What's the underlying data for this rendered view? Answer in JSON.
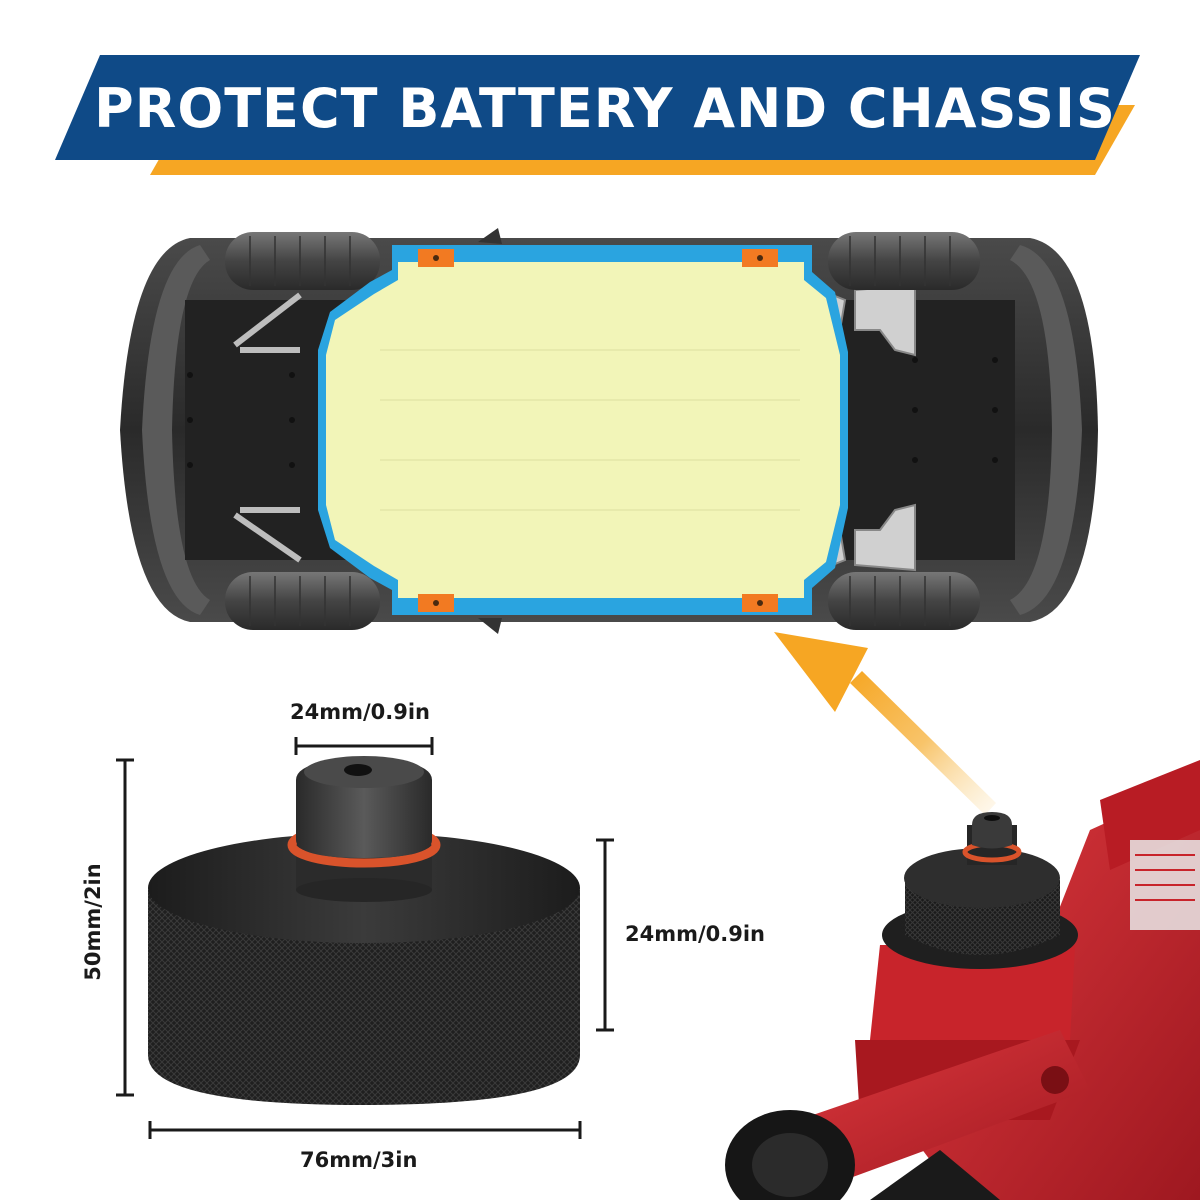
{
  "banner": {
    "title": "PROTECT BATTERY AND CHASSIS",
    "colors": {
      "primary": "#0f4a87",
      "accent": "#f6a623"
    }
  },
  "car": {
    "view": "underside",
    "battery_area_color": "#f2f5b8",
    "battery_outline_color": "#2aa4e0",
    "jack_point_color": "#f27a22",
    "jack_point_count": 4
  },
  "puck": {
    "dimensions": {
      "top_diameter": "24mm/0.9in",
      "total_height": "50mm/2in",
      "base_height": "24mm/0.9in",
      "base_diameter": "76mm/3in"
    },
    "ring_color": "#d9532b"
  },
  "arrow": {
    "color": "#f6a623"
  },
  "floor_jack": {
    "color": "#c8242b"
  }
}
